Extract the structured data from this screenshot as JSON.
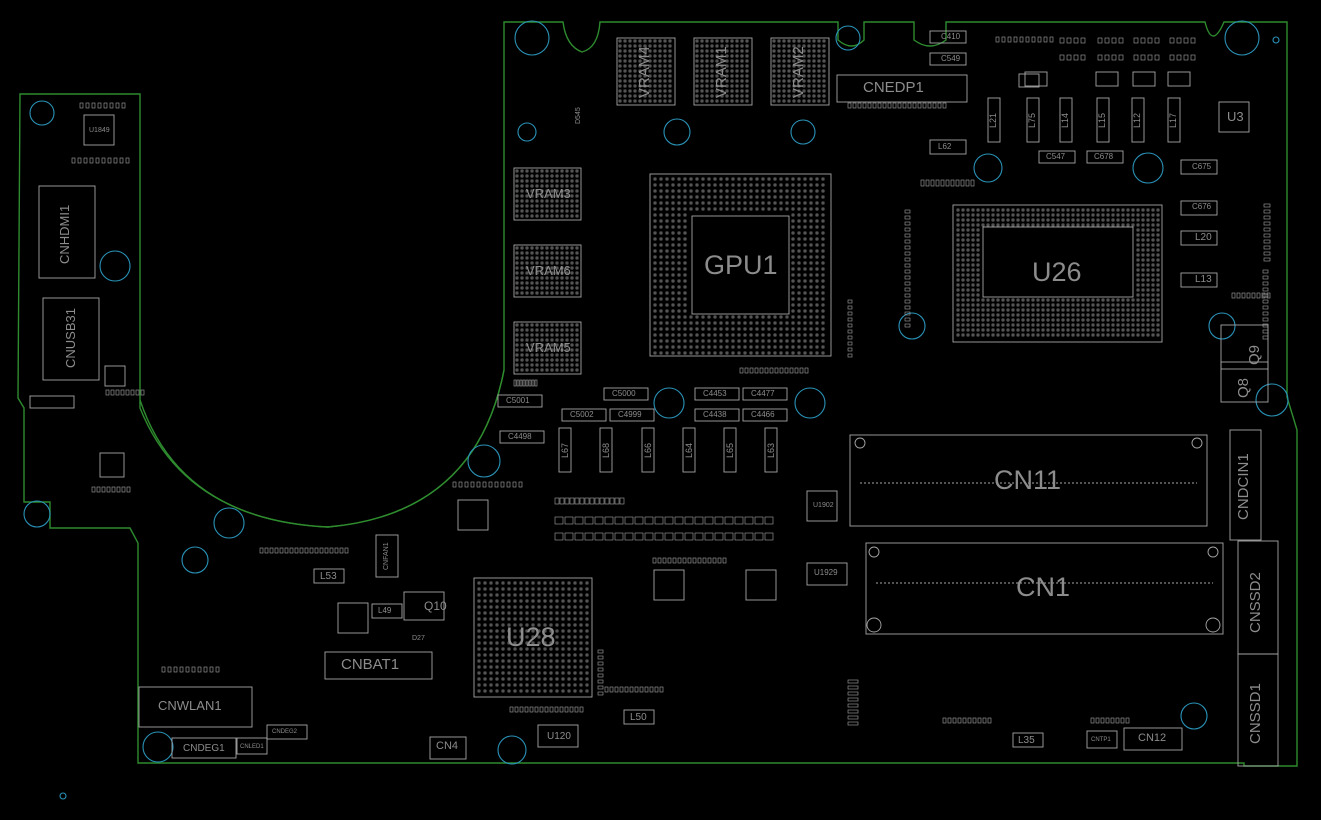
{
  "viewer": {
    "background": "#000000",
    "outline_color": "#2e8b2e",
    "part_color": "#a6a6a6",
    "hole_color": "#2a93b8"
  },
  "components": {
    "gpu": "GPU1",
    "cpu": "U26",
    "pch": "U28",
    "vram": [
      "VRAM4",
      "VRAM1",
      "VRAM2",
      "VRAM3",
      "VRAM6",
      "VRAM5"
    ],
    "edp": "CNEDP1",
    "hdmi": "CNHDMI1",
    "usb": "CNUSB31",
    "dimm_top": "CN11",
    "dimm_bottom": "CN1",
    "dcin": "CNDCIN1",
    "ssd2": "CNSSD2",
    "ssd1": "CNSSD1",
    "battery": "CNBAT1",
    "wlan": "CNWLAN1",
    "deg": "CNDEG1",
    "led": "CNLED1",
    "deg2": "CNDEG2",
    "fan": "CNFAN1",
    "tp": "CNTP1",
    "cn12": "CN12",
    "cn4": "CN4",
    "u3": "U3",
    "u120": "U120",
    "u1929": "U1929",
    "u1902": "U1902",
    "u1849": "U1849",
    "q9": "Q9",
    "q8": "Q8",
    "q10": "Q10",
    "l53": "L53",
    "l49": "L49",
    "l50": "L50",
    "l35": "L35",
    "l62": "L62",
    "l20": "L20",
    "l13": "L13",
    "d27": "D27",
    "d545": "D545",
    "caps_top": [
      "C410",
      "C549"
    ],
    "caps_mid": [
      "C547",
      "C678",
      "C675",
      "C676"
    ],
    "inductors_right": [
      "L21",
      "L75",
      "L14",
      "L15",
      "L12",
      "L17"
    ],
    "caps_gpu": [
      "C5000",
      "C4453",
      "C4477",
      "C5002",
      "C4999",
      "C4438",
      "C4466",
      "C5001",
      "C4498"
    ],
    "inductors_gpu": [
      "L67",
      "L68",
      "L66",
      "L64",
      "L65",
      "L63"
    ]
  }
}
